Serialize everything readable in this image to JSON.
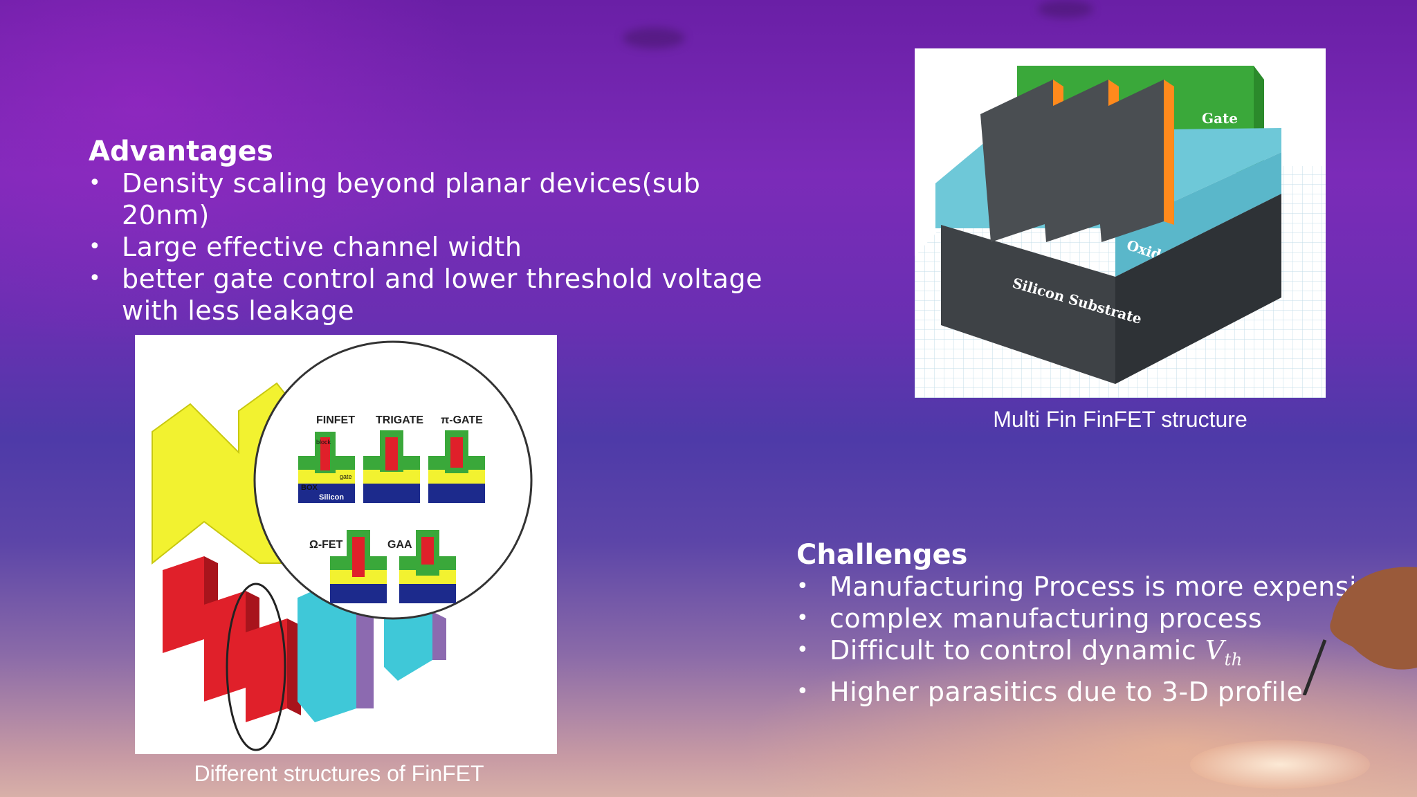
{
  "advantages": {
    "heading": "Advantages",
    "items": [
      "Density scaling beyond planar devices(sub 20nm)",
      "Large effective channel width",
      "better gate control and lower threshold voltage with less leakage"
    ]
  },
  "challenges": {
    "heading": "Challenges",
    "items": [
      "Manufacturing Process is more expensive",
      "complex manufacturing process",
      "Difficult to control dynamic ",
      "Higher parasitics due to 3-D profile"
    ],
    "vth_symbol": "V",
    "vth_subscript": "th"
  },
  "figure_multifin": {
    "caption": "Multi Fin FinFET structure",
    "labels": {
      "gate": "Gate",
      "oxide": "Oxide",
      "substrate": "Silicon Substrate"
    }
  },
  "figure_structures": {
    "caption": "Different structures of FinFET",
    "labels": {
      "finfet": "FINFET",
      "trigate": "TRIGATE",
      "pigate": "π-GATE",
      "omegafet": "Ω-FET",
      "gaa": "GAA",
      "box": "BOX",
      "silicon": "Silicon",
      "block": "block",
      "gate": "gate"
    }
  },
  "colors": {
    "gate_green": "#3aa83a",
    "fin_dark": "#3e4246",
    "oxide_cyan": "#6ec8d8",
    "channel_red": "#e0202a",
    "arrow_yellow": "#f2f230",
    "layer_blue": "#1c2a8c"
  }
}
